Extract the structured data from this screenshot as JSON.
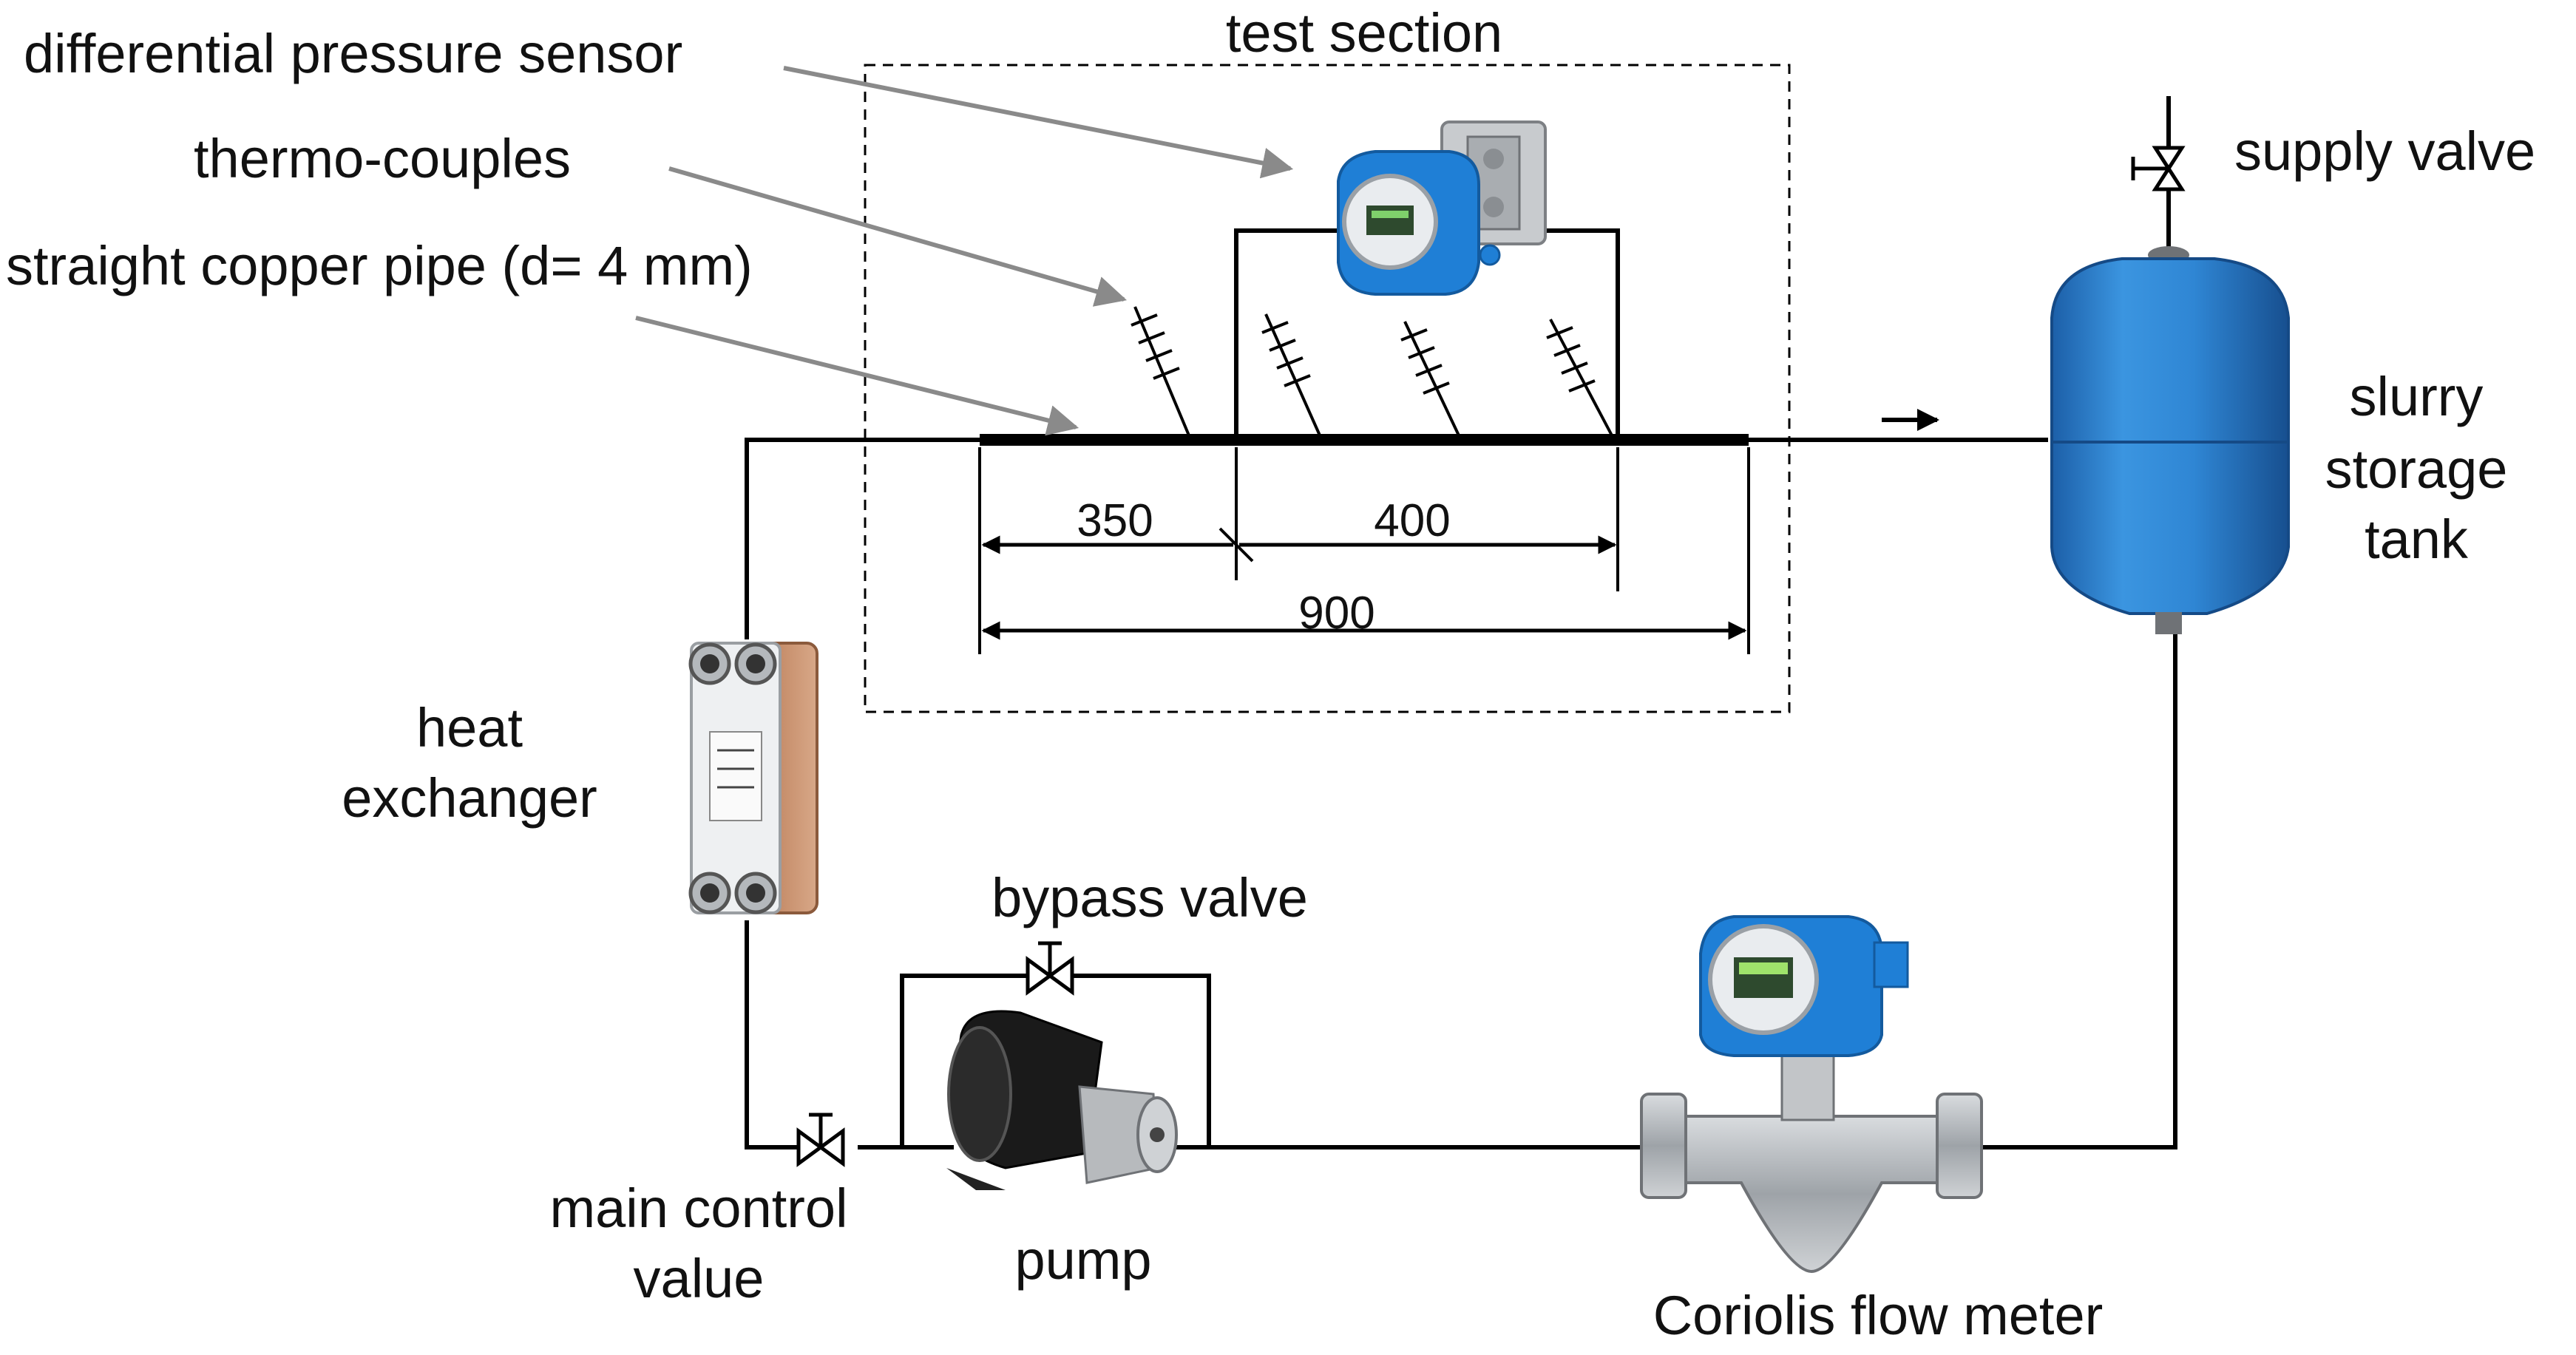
{
  "labels": {
    "test_section": "test section",
    "differential_pressure_sensor": "differential pressure sensor",
    "thermo_couples": "thermo-couples",
    "straight_copper_pipe": "straight copper pipe (d= 4 mm)",
    "supply_valve": "supply valve",
    "tank_line1": "slurry",
    "tank_line2": "storage",
    "tank_line3": "tank",
    "heat_line1": "heat",
    "heat_line2": "exchanger",
    "bypass_valve": "bypass valve",
    "main_line1": "main control",
    "main_line2": "value",
    "pump": "pump",
    "coriolis": "Coriolis flow meter"
  },
  "dimensions": {
    "d1": "350",
    "d2": "400",
    "d3": "900"
  },
  "colors": {
    "line": "#000000",
    "tank_blue": "#2f86d4",
    "sensor_blue": "#1f7fd6",
    "exchanger_copper": "#c9926e",
    "pump_black": "#1a1a1a",
    "meter_steel": "#a9adb2",
    "leader_gray": "#8a8a8a"
  }
}
